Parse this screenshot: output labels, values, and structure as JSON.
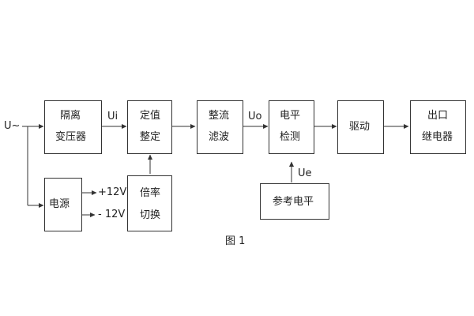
{
  "blocks": {
    "isolation_transformer": {
      "line1": "隔离",
      "line2": "变压器"
    },
    "setting": {
      "line1": "定值",
      "line2": "整定"
    },
    "rectifier_filter": {
      "line1": "整流",
      "line2": "滤波"
    },
    "level_detect": {
      "line1": "电平",
      "line2": "检测"
    },
    "drive": {
      "line1": "驱动"
    },
    "output_relay": {
      "line1": "出口",
      "line2": "继电器"
    },
    "power_supply": {
      "line1": "电源"
    },
    "ratio_switch": {
      "line1": "倍率",
      "line2": "切换"
    },
    "reference_level": {
      "line1": "参考电平"
    }
  },
  "signals": {
    "input": "U~",
    "ui": "Ui",
    "uo": "Uo",
    "ue": "Ue",
    "plus12": "+12V",
    "minus12": "- 12V"
  },
  "caption": "图 1"
}
